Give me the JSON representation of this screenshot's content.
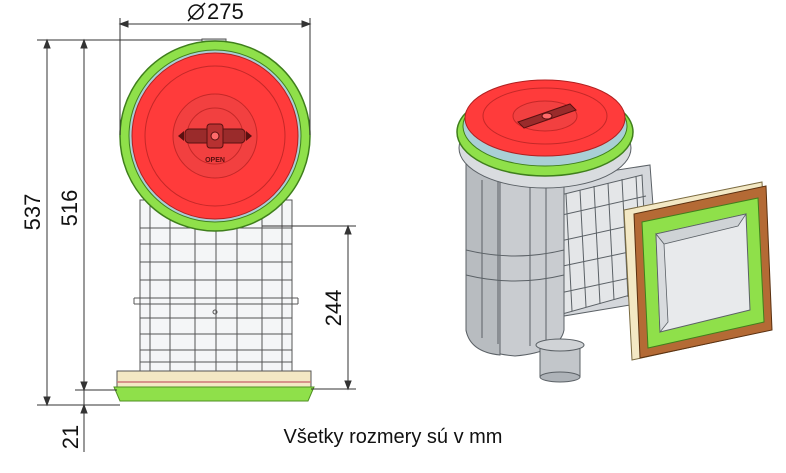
{
  "dimensions": {
    "diameter": "275",
    "height_total": "537",
    "height_body": "516",
    "height_outlet": "244",
    "thickness_flange": "21"
  },
  "cover_text": "OPEN",
  "caption": "Všetky rozmery sú v mm",
  "colors": {
    "lid_red": "#ff3b3b",
    "lid_dark": "#d62f2f",
    "ring_green": "#8fe04a",
    "ring_green_dark": "#5aa82a",
    "ring_blue": "#a9cfd6",
    "body_grey": "#c9ccd0",
    "body_dark": "#9aa0a6",
    "flange_cream": "#f3e8c4",
    "flange_brown": "#b46a35",
    "line": "#333333"
  }
}
